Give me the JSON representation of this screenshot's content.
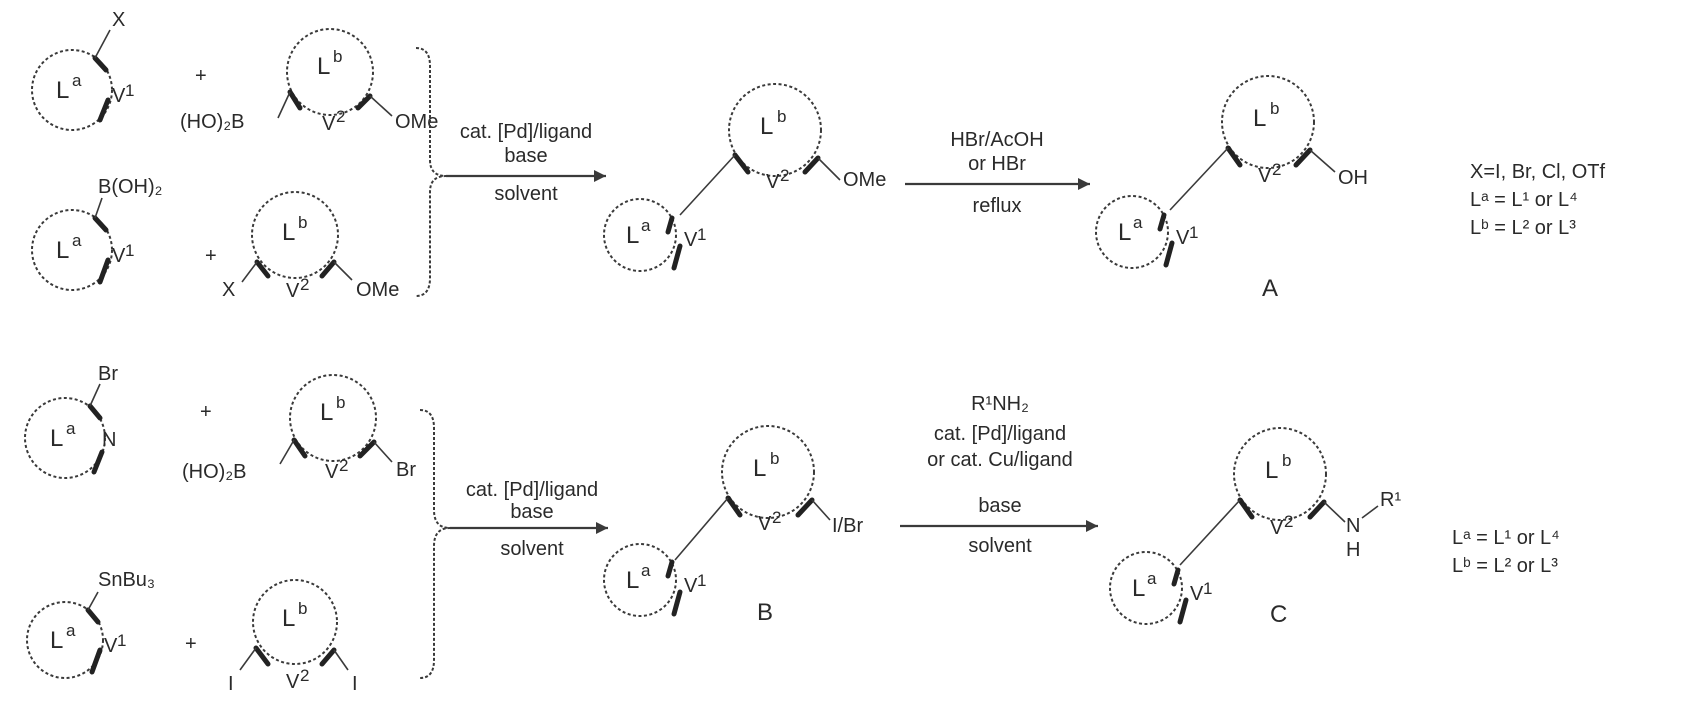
{
  "labels": {
    "La": "L",
    "Lb": "L",
    "sup_a": "a",
    "sup_b": "b",
    "X": "X",
    "V1": "V",
    "V2": "V",
    "one": "1",
    "two": "2",
    "plus": "+",
    "OMe": "OMe",
    "OH": "OH",
    "HO2B": "(HO)₂B",
    "BOH2": "B(OH)₂",
    "Br": "Br",
    "N": "N",
    "SnBu3": "SnBu₃",
    "I": "I",
    "IBr": "I/Br",
    "NH": "N",
    "H": "H",
    "R1": "R¹"
  },
  "compounds": {
    "A": "A",
    "B": "B",
    "C": "C"
  },
  "conditions": {
    "row1_step1": [
      "cat. [Pd]/ligand",
      "base",
      "solvent"
    ],
    "row1_step2": [
      "HBr/AcOH",
      "or HBr",
      "reflux"
    ],
    "row2_step1": [
      "cat. [Pd]/ligand",
      "base",
      "solvent"
    ],
    "row2_step2": [
      "R¹NH₂",
      "cat. [Pd]/ligand",
      "or cat. Cu/ligand",
      "base",
      "solvent"
    ]
  },
  "notes": {
    "row1": [
      "X=I, Br, Cl, OTf",
      "Lᵃ = L¹ or L⁴",
      "Lᵇ = L² or L³"
    ],
    "row2": [
      "Lᵃ = L¹ or L⁴",
      "Lᵇ = L² or L³"
    ]
  }
}
